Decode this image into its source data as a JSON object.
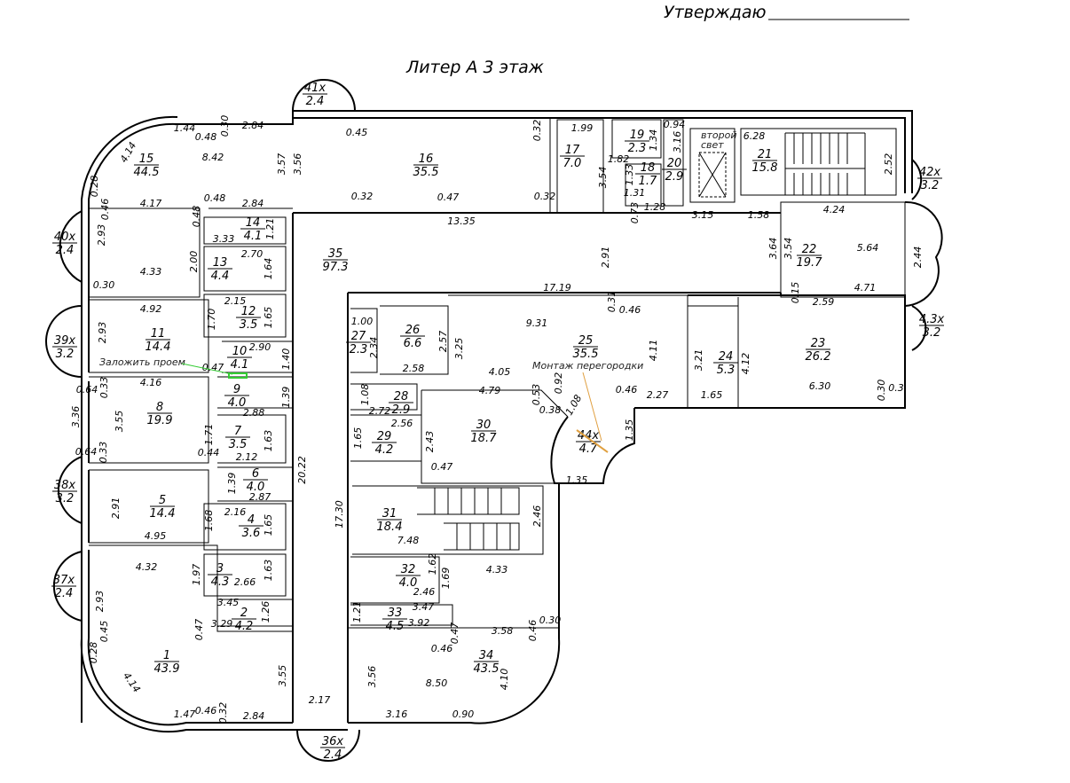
{
  "header": {
    "approve": "Утверждаю",
    "title": "Литер А   3 этаж"
  },
  "notes": {
    "brick_up": "Заложить проем",
    "partition": "Монтаж перегородки",
    "second_light_1": "второй",
    "second_light_2": "свет"
  },
  "colors": {
    "note_arrow": "#33cc33",
    "partition_line": "#e0a040"
  },
  "rooms": [
    {
      "number": "15",
      "area": "44.5"
    },
    {
      "number": "16",
      "area": "35.5"
    },
    {
      "number": "17",
      "area": "7.0"
    },
    {
      "number": "19",
      "area": "2.3"
    },
    {
      "number": "18",
      "area": "1.7"
    },
    {
      "number": "20",
      "area": "2.9"
    },
    {
      "number": "21",
      "area": "15.8"
    },
    {
      "number": "41x",
      "area": "2.4"
    },
    {
      "number": "42x",
      "area": "3.2"
    },
    {
      "number": "40x",
      "area": "2.4"
    },
    {
      "number": "14",
      "area": "4.1"
    },
    {
      "number": "13",
      "area": "4.4"
    },
    {
      "number": "35",
      "area": "97.3"
    },
    {
      "number": "22",
      "area": "19.7"
    },
    {
      "number": "12",
      "area": "3.5"
    },
    {
      "number": "11",
      "area": "14.4"
    },
    {
      "number": "39x",
      "area": "3.2"
    },
    {
      "number": "10",
      "area": "4.1"
    },
    {
      "number": "27",
      "area": "2.3"
    },
    {
      "number": "26",
      "area": "6.6"
    },
    {
      "number": "25",
      "area": "35.5"
    },
    {
      "number": "23",
      "area": "26.2"
    },
    {
      "number": "4.3x",
      "area": "3.2"
    },
    {
      "number": "24",
      "area": "5.3"
    },
    {
      "number": "9",
      "area": "4.0"
    },
    {
      "number": "8",
      "area": "19.9"
    },
    {
      "number": "28",
      "area": "2.9"
    },
    {
      "number": "29",
      "area": "4.2"
    },
    {
      "number": "30",
      "area": "18.7"
    },
    {
      "number": "44x",
      "area": "4.7"
    },
    {
      "number": "7",
      "area": "3.5"
    },
    {
      "number": "5",
      "area": "14.4"
    },
    {
      "number": "6",
      "area": "4.0"
    },
    {
      "number": "38x",
      "area": "3.2"
    },
    {
      "number": "4",
      "area": "3.6"
    },
    {
      "number": "31",
      "area": "18.4"
    },
    {
      "number": "3",
      "area": "4.3"
    },
    {
      "number": "32",
      "area": "4.0"
    },
    {
      "number": "37x",
      "area": "2.4"
    },
    {
      "number": "2",
      "area": "4.2"
    },
    {
      "number": "33",
      "area": "4.5"
    },
    {
      "number": "1",
      "area": "43.9"
    },
    {
      "number": "34",
      "area": "43.5"
    },
    {
      "number": "36x",
      "area": "2.4"
    }
  ],
  "dimensions": [
    "1.44",
    "0.48",
    "0.30",
    "2.84",
    "4.14",
    "8.42",
    "3.57",
    "3.56",
    "0.28",
    "0.46",
    "4.17",
    "0.48",
    "2.84",
    "0.48",
    "2.93",
    "4.33",
    "2.00",
    "0.30",
    "3.33",
    "2.70",
    "1.64",
    "1.21",
    "0.45",
    "0.32",
    "0.32",
    "0.47",
    "0.32",
    "13.35",
    "2.91",
    "17.19",
    "1.99",
    "3.54",
    "1.82",
    "1.34",
    "3.16",
    "0.94",
    "1.33",
    "1.31",
    "1.28",
    "0.73",
    "3.15",
    "6.28",
    "2.52",
    "1.58",
    "4.24",
    "3.64",
    "3.54",
    "5.64",
    "2.44",
    "0.15",
    "4.71",
    "2.59",
    "4.92",
    "2.93",
    "1.70",
    "2.15",
    "1.65",
    "2.90",
    "1.40",
    "0.47",
    "4.16",
    "0.64",
    "0.33",
    "3.36",
    "3.55",
    "1.39",
    "2.88",
    "1.71",
    "1.63",
    "2.12",
    "0.64",
    "0.33",
    "0.44",
    "1.39",
    "2.87",
    "20.22",
    "2.91",
    "1.68",
    "2.16",
    "1.65",
    "4.95",
    "4.32",
    "1.97",
    "2.93",
    "1.63",
    "2.66",
    "3.45",
    "1.26",
    "0.47",
    "3.29",
    "0.45",
    "0.28",
    "4.14",
    "3.55",
    "1.47",
    "0.46",
    "0.32",
    "2.84",
    "2.17",
    "1.00",
    "2.34",
    "2.57",
    "3.25",
    "2.58",
    "9.31",
    "0.31",
    "0.46",
    "4.05",
    "4.79",
    "0.53",
    "0.92",
    "0.38",
    "1.08",
    "0.46",
    "2.27",
    "4.11",
    "3.21",
    "4.12",
    "1.65",
    "6.30",
    "0.30",
    "0.3",
    "1.08",
    "2.72",
    "2.56",
    "1.65",
    "2.43",
    "1.35",
    "1.35",
    "0.47",
    "17.30",
    "2.46",
    "7.48",
    "4.33",
    "1.62",
    "1.69",
    "2.46",
    "3.47",
    "1.21",
    "3.92",
    "0.47",
    "0.46",
    "3.58",
    "0.46",
    "0.30",
    "3.56",
    "8.50",
    "4.10",
    "3.16",
    "0.90"
  ]
}
